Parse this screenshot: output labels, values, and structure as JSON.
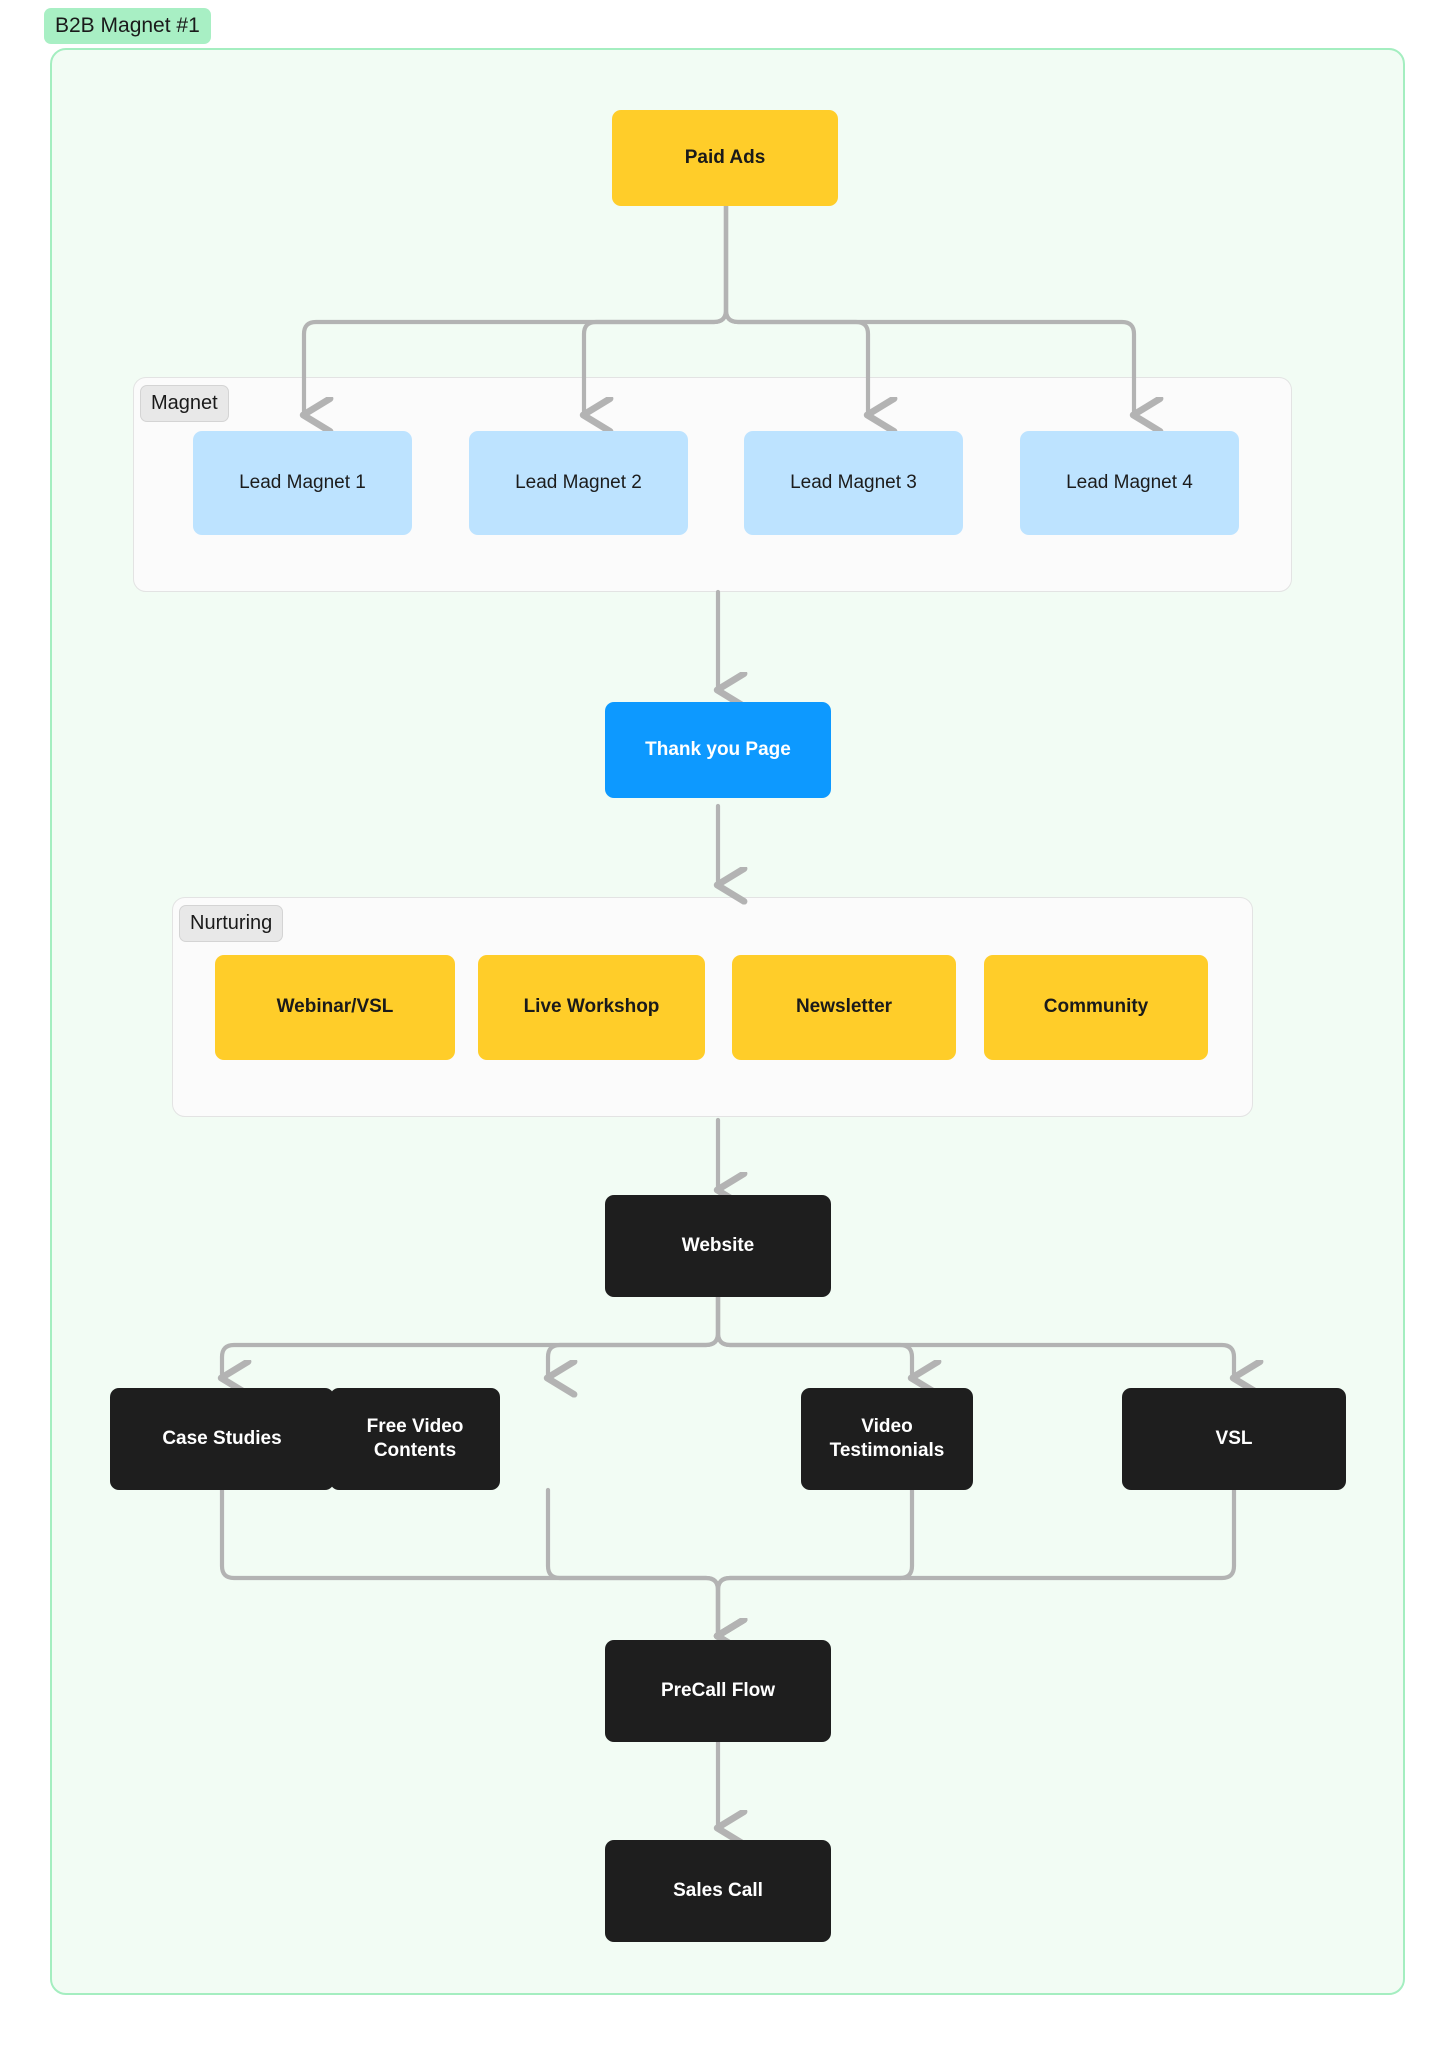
{
  "canvas": {
    "title": "B2B Magnet #1",
    "title_bg": "#a8efc4",
    "frame_bg": "#f2fcf4",
    "frame_border": "#a4eec0"
  },
  "colors": {
    "yellow": "#ffcd29",
    "light_blue": "#bde3ff",
    "blue": "#0d99ff",
    "dark": "#1e1e1e",
    "edge": "#b3b3b3",
    "group_bg": "#fbfbfb",
    "group_border": "#e3e3e3",
    "group_label_bg": "#e8e8e8"
  },
  "nodes": {
    "paid_ads": "Paid Ads",
    "thank_you_page": "Thank you Page",
    "website": "Website",
    "precall_flow": "PreCall Flow",
    "sales_call": "Sales Call"
  },
  "groups": {
    "magnet": {
      "label": "Magnet",
      "items": [
        {
          "label": "Lead Magnet 1"
        },
        {
          "label": "Lead Magnet 2"
        },
        {
          "label": "Lead Magnet 3"
        },
        {
          "label": "Lead Magnet 4"
        }
      ]
    },
    "nurturing": {
      "label": "Nurturing",
      "items": [
        {
          "label": "Webinar/VSL"
        },
        {
          "label": "Live Workshop"
        },
        {
          "label": "Newsletter"
        },
        {
          "label": "Community"
        }
      ]
    }
  },
  "website_children": [
    {
      "line1": "Case Studies",
      "line2": ""
    },
    {
      "line1": "Free Video",
      "line2": "Contents"
    },
    {
      "line1": "Video",
      "line2": "Testimonials"
    },
    {
      "line1": "VSL",
      "line2": ""
    }
  ]
}
